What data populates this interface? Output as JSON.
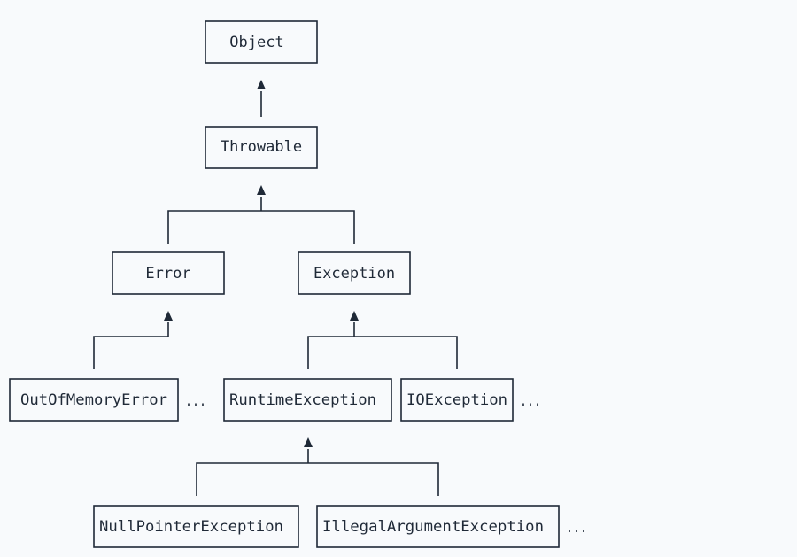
{
  "diagram": {
    "nodes": {
      "object": "Object",
      "throwable": "Throwable",
      "error": "Error",
      "exception": "Exception",
      "out_of_memory_error": "OutOfMemoryError",
      "runtime_exception": "RuntimeException",
      "io_exception": "IOException",
      "null_pointer_exception": "NullPointerException",
      "illegal_argument_exception": "IllegalArgumentException"
    },
    "continuation": "...",
    "edges": [
      {
        "from": "throwable",
        "to": "object"
      },
      {
        "from": "error",
        "to": "throwable"
      },
      {
        "from": "exception",
        "to": "throwable"
      },
      {
        "from": "out_of_memory_error",
        "to": "error"
      },
      {
        "from": "runtime_exception",
        "to": "exception"
      },
      {
        "from": "io_exception",
        "to": "exception"
      },
      {
        "from": "null_pointer_exception",
        "to": "runtime_exception"
      },
      {
        "from": "illegal_argument_exception",
        "to": "runtime_exception"
      }
    ]
  },
  "colors": {
    "background": "#f8fafc",
    "ink": "#1f2937"
  }
}
